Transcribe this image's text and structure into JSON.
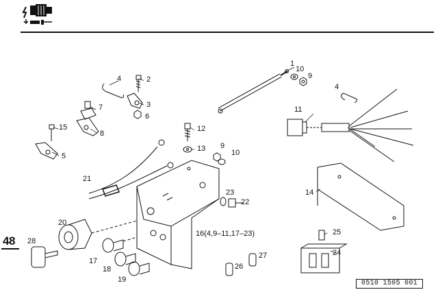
{
  "header": {
    "section_icon": "electrical-plug-icon",
    "page_number": "48"
  },
  "drawing_ref": "0510 1505 001",
  "group_label": "16(4,9–11,17–23)",
  "callouts": [
    {
      "id": "c1",
      "text": "1"
    },
    {
      "id": "c10a",
      "text": "10"
    },
    {
      "id": "c9a",
      "text": "9"
    },
    {
      "id": "c4a",
      "text": "4"
    },
    {
      "id": "c2",
      "text": "2"
    },
    {
      "id": "c3",
      "text": "3"
    },
    {
      "id": "c6",
      "text": "6"
    },
    {
      "id": "c7",
      "text": "7"
    },
    {
      "id": "c15",
      "text": "15"
    },
    {
      "id": "c8",
      "text": "8"
    },
    {
      "id": "c5",
      "text": "5"
    },
    {
      "id": "c12",
      "text": "12"
    },
    {
      "id": "c13",
      "text": "13"
    },
    {
      "id": "c9b",
      "text": "9"
    },
    {
      "id": "c10b",
      "text": "10"
    },
    {
      "id": "c4b",
      "text": "4"
    },
    {
      "id": "c11",
      "text": "11"
    },
    {
      "id": "c21",
      "text": "21"
    },
    {
      "id": "c14",
      "text": "14"
    },
    {
      "id": "c23",
      "text": "23"
    },
    {
      "id": "c22",
      "text": "22"
    },
    {
      "id": "c20",
      "text": "20"
    },
    {
      "id": "c28",
      "text": "28"
    },
    {
      "id": "c17",
      "text": "17"
    },
    {
      "id": "c18",
      "text": "18"
    },
    {
      "id": "c19",
      "text": "19"
    },
    {
      "id": "c25",
      "text": "25"
    },
    {
      "id": "c24",
      "text": "24"
    },
    {
      "id": "c26",
      "text": "26"
    },
    {
      "id": "c27",
      "text": "27"
    }
  ]
}
